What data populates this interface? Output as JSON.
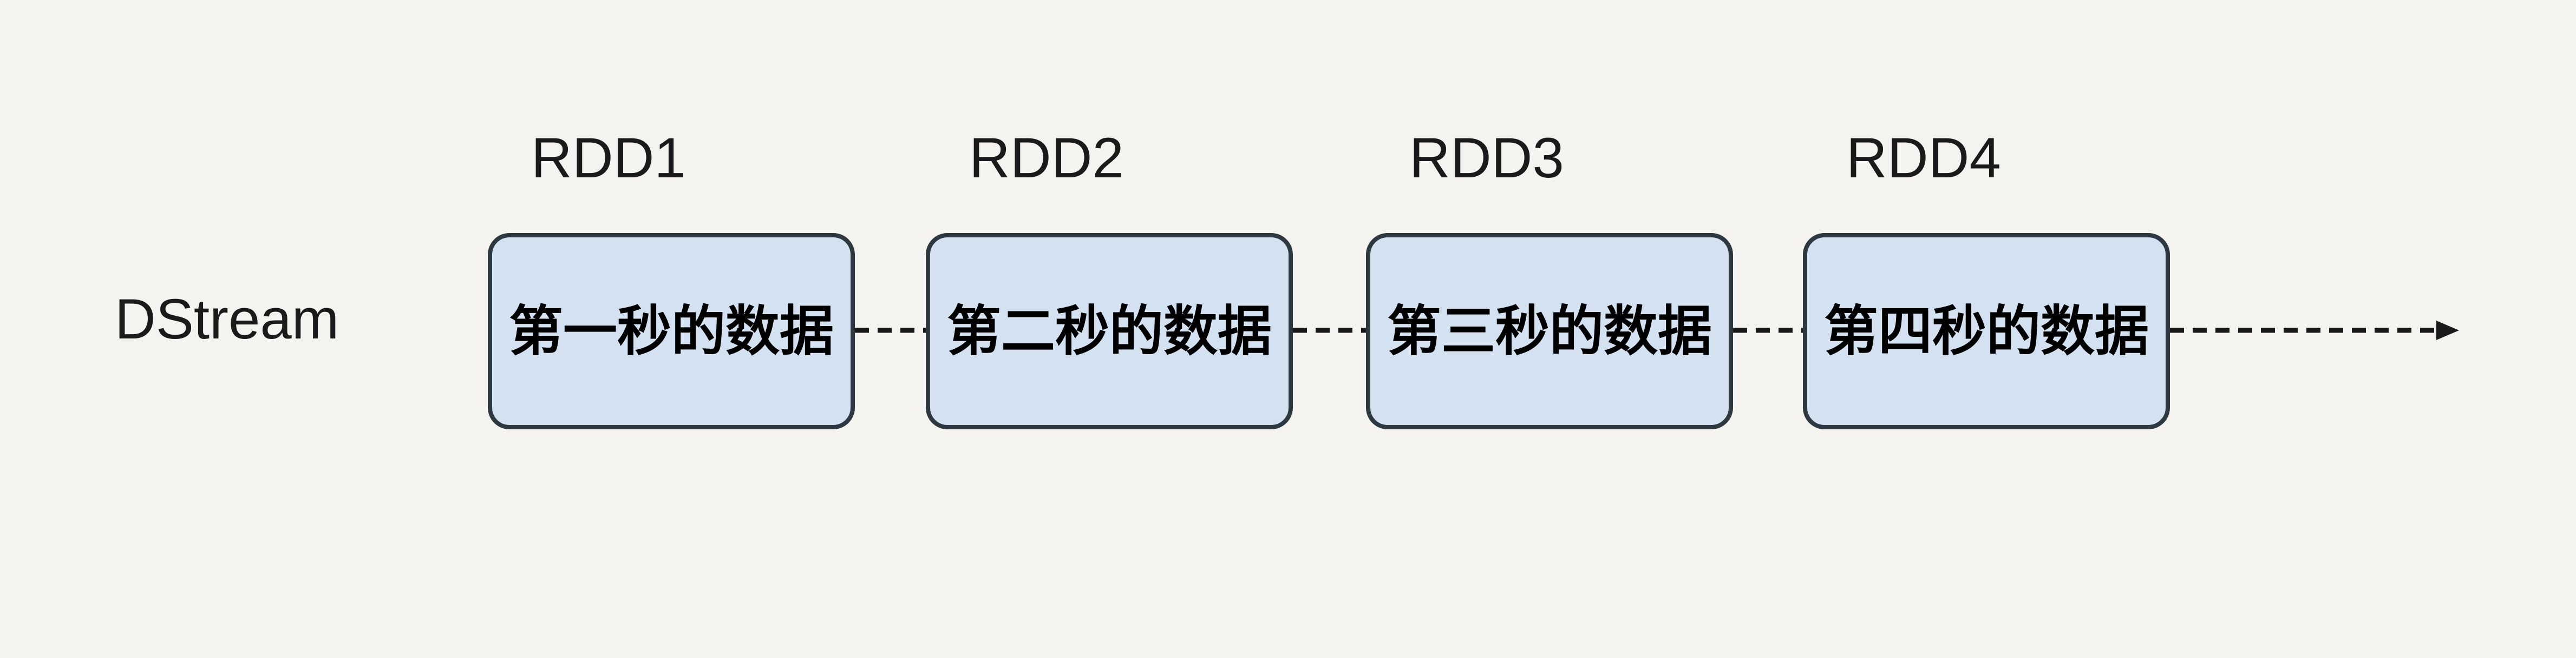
{
  "diagram": {
    "stream_label": "DStream",
    "nodes": [
      {
        "rdd_label": "RDD1",
        "data_text": "第一秒的数据"
      },
      {
        "rdd_label": "RDD2",
        "data_text": "第二秒的数据"
      },
      {
        "rdd_label": "RDD3",
        "data_text": "第三秒的数据"
      },
      {
        "rdd_label": "RDD4",
        "data_text": "第四秒的数据"
      }
    ],
    "arrow_direction": "right",
    "colors": {
      "background": "#f5f3ef",
      "box_fill": "#d3e1f1",
      "box_border": "#2e3840",
      "connector": "#1b1b1b",
      "label_text": "#1a1a1a",
      "box_text": "#000000"
    }
  }
}
